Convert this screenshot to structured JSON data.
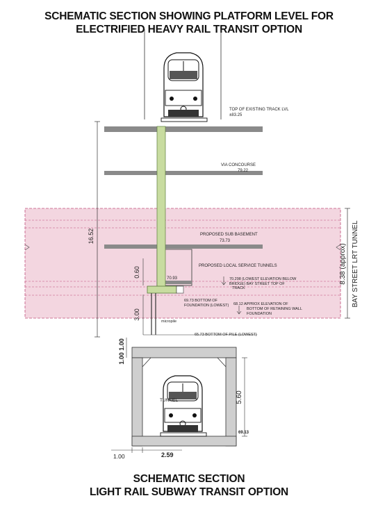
{
  "titles": {
    "top_line1": "SCHEMATIC SECTION SHOWING PLATFORM LEVEL FOR",
    "top_line2": "ELECTRIFIED HEAVY RAIL TRANSIT OPTION",
    "bottom_line1": "SCHEMATIC SECTION",
    "bottom_line2": "LIGHT RAIL SUBWAY TRANSIT OPTION"
  },
  "labels": {
    "top_track_1": "TOP OF EXISTING TRACK LVL",
    "top_track_2": "±83.25",
    "via_1": "VIA CONCOURSE",
    "via_2": "79.22",
    "sub_basement_1": "PROPOSED SUB BASEMENT",
    "sub_basement_2": "73.73",
    "service_tunnels": "PROPOSED LOCAL SERVICE TUNNELS",
    "elev_7093": "70.93",
    "lowest_elev_1": "70.298 (LOWEST ELEVATION BELOW",
    "lowest_elev_2": "BRIDGE) BAY STREET TOP OF",
    "lowest_elev_3": "TRACK",
    "foundation_1": "69.73 BOTTOM OF",
    "foundation_2": "FOUNDATION (LOWEST)",
    "retaining_1": "68.12   APPROX ELEVATION OF",
    "retaining_2": "BOTTOM OF RETAINING WALL",
    "retaining_3": "FOUNDATION",
    "micropile": "micropile",
    "pile_bottom": "65.73 BOTTOM OF PILE (LOWEST)",
    "tunnel": "TUNNEL",
    "elev_6913": "69.13"
  },
  "dimensions": {
    "d_1652": "16.52",
    "d_060": "0.60",
    "d_300": "3.00",
    "d_100_a": "1.00",
    "d_100_b": "1.00",
    "d_560": "5.60",
    "d_100_c": "1.00",
    "d_259": "2.59",
    "lrt_depth": "8.38 (approx)",
    "lrt_name": "BAY STREET LRT TUNNEL"
  },
  "colors": {
    "lrt_zone": "#f3d6e0",
    "lrt_line": "#c0507c",
    "column_green": "#c8dca0",
    "slab_gray": "#8a8a8a",
    "wall_gray": "#cfcfcf"
  }
}
